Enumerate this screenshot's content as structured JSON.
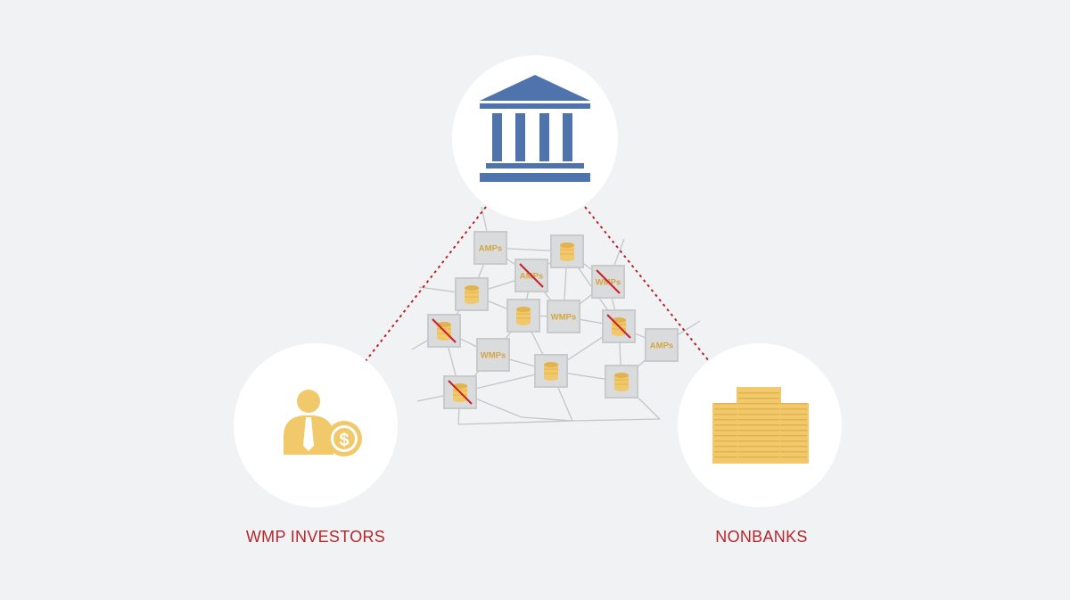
{
  "colors": {
    "background": "#f1f2f4",
    "circle": "#ffffff",
    "bank_blue": "#4f73ad",
    "gold": "#f2c96a",
    "gold_dark": "#e2b24e",
    "label_red": "#b5262c",
    "dotted_red": "#b5262c",
    "node_fill": "#dadbdd",
    "node_stroke": "#c9cacc",
    "network_line": "#c3c5c9",
    "node_text": "#d6a640",
    "strike": "#c9252c"
  },
  "nodes": {
    "center": {
      "icon": "bank-icon"
    },
    "left": {
      "icon": "investor-dollar-icon",
      "label": "WMP INVESTORS"
    },
    "right": {
      "icon": "office-buildings-icon",
      "label": "NONBANKS"
    }
  },
  "network": {
    "nodes": [
      {
        "id": "n1",
        "kind": "text",
        "text": "AMPs",
        "crossed": false
      },
      {
        "id": "n2",
        "kind": "coins",
        "text": "",
        "crossed": false
      },
      {
        "id": "n3",
        "kind": "text",
        "text": "AMPs",
        "crossed": true
      },
      {
        "id": "n4",
        "kind": "text",
        "text": "WMPs",
        "crossed": true
      },
      {
        "id": "n5",
        "kind": "coins",
        "text": "",
        "crossed": false
      },
      {
        "id": "n6",
        "kind": "coins",
        "text": "",
        "crossed": false
      },
      {
        "id": "n7",
        "kind": "text",
        "text": "WMPs",
        "crossed": false
      },
      {
        "id": "n8",
        "kind": "coins",
        "text": "",
        "crossed": true
      },
      {
        "id": "n9",
        "kind": "coins",
        "text": "",
        "crossed": true
      },
      {
        "id": "n10",
        "kind": "text",
        "text": "WMPs",
        "crossed": false
      },
      {
        "id": "n11",
        "kind": "text",
        "text": "AMPs",
        "crossed": false
      },
      {
        "id": "n12",
        "kind": "coins",
        "text": "",
        "crossed": false
      },
      {
        "id": "n13",
        "kind": "coins",
        "text": "",
        "crossed": true
      },
      {
        "id": "n14",
        "kind": "coins",
        "text": "",
        "crossed": false
      }
    ]
  }
}
